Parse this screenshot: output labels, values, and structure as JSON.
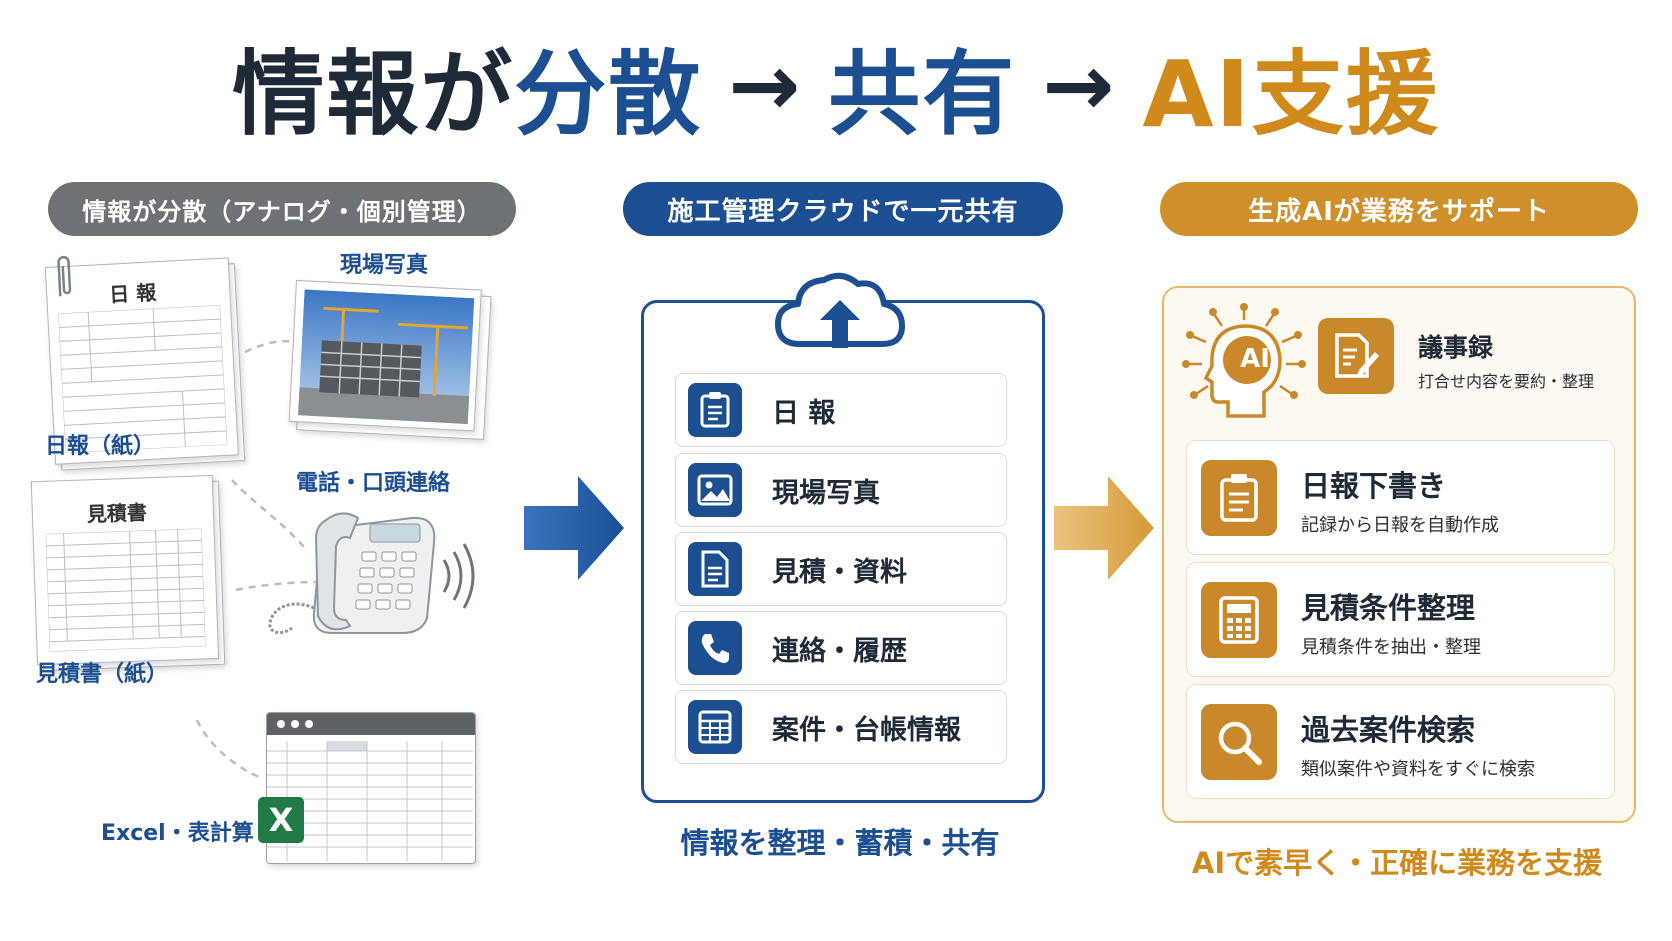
{
  "title": {
    "part1": "情報が",
    "part2": "分散",
    "arrow1": "→",
    "part3": "共有",
    "arrow2": "→",
    "part4": "AI支援"
  },
  "sections": {
    "left": "情報が分散（アナログ・個別管理）",
    "center": "施工管理クラウドで一元共有",
    "right": "生成AIが業務をサポート"
  },
  "left": {
    "nippo_doc_title": "日 報",
    "nippo_label": "日報（紙）",
    "photo_label": "現場写真",
    "phone_label": "電話・口頭連絡",
    "mitsumori_doc_title": "見積書",
    "mitsumori_label": "見積書（紙）",
    "excel_label": "Excel・表計算",
    "excel_badge": "X"
  },
  "center": {
    "items": [
      {
        "label": "日 報",
        "icon": "clipboard-icon"
      },
      {
        "label": "現場写真",
        "icon": "image-icon"
      },
      {
        "label": "見積・資料",
        "icon": "document-icon"
      },
      {
        "label": "連絡・履歴",
        "icon": "phone-icon"
      },
      {
        "label": "案件・台帳情報",
        "icon": "table-icon"
      }
    ],
    "cloud_icon": "cloud-upload-icon",
    "caption": "情報を整理・蓄積・共有"
  },
  "right": {
    "ai_badge": "AI",
    "top": {
      "title": "議事録",
      "desc": "打合せ内容を要約・整理",
      "icon": "document-edit-icon"
    },
    "cards": [
      {
        "title": "日報下書き",
        "desc": "記録から日報を自動作成",
        "icon": "clipboard-icon"
      },
      {
        "title": "見積条件整理",
        "desc": "見積条件を抽出・整理",
        "icon": "calculator-icon"
      },
      {
        "title": "過去案件検索",
        "desc": "類似案件や資料をすぐに検索",
        "icon": "search-icon"
      }
    ],
    "caption": "AIで素早く・正確に業務を支援"
  },
  "colors": {
    "dark": "#1e2a38",
    "blue": "#1b4f92",
    "gold": "#d08a1c",
    "gray": "#6e7176"
  }
}
